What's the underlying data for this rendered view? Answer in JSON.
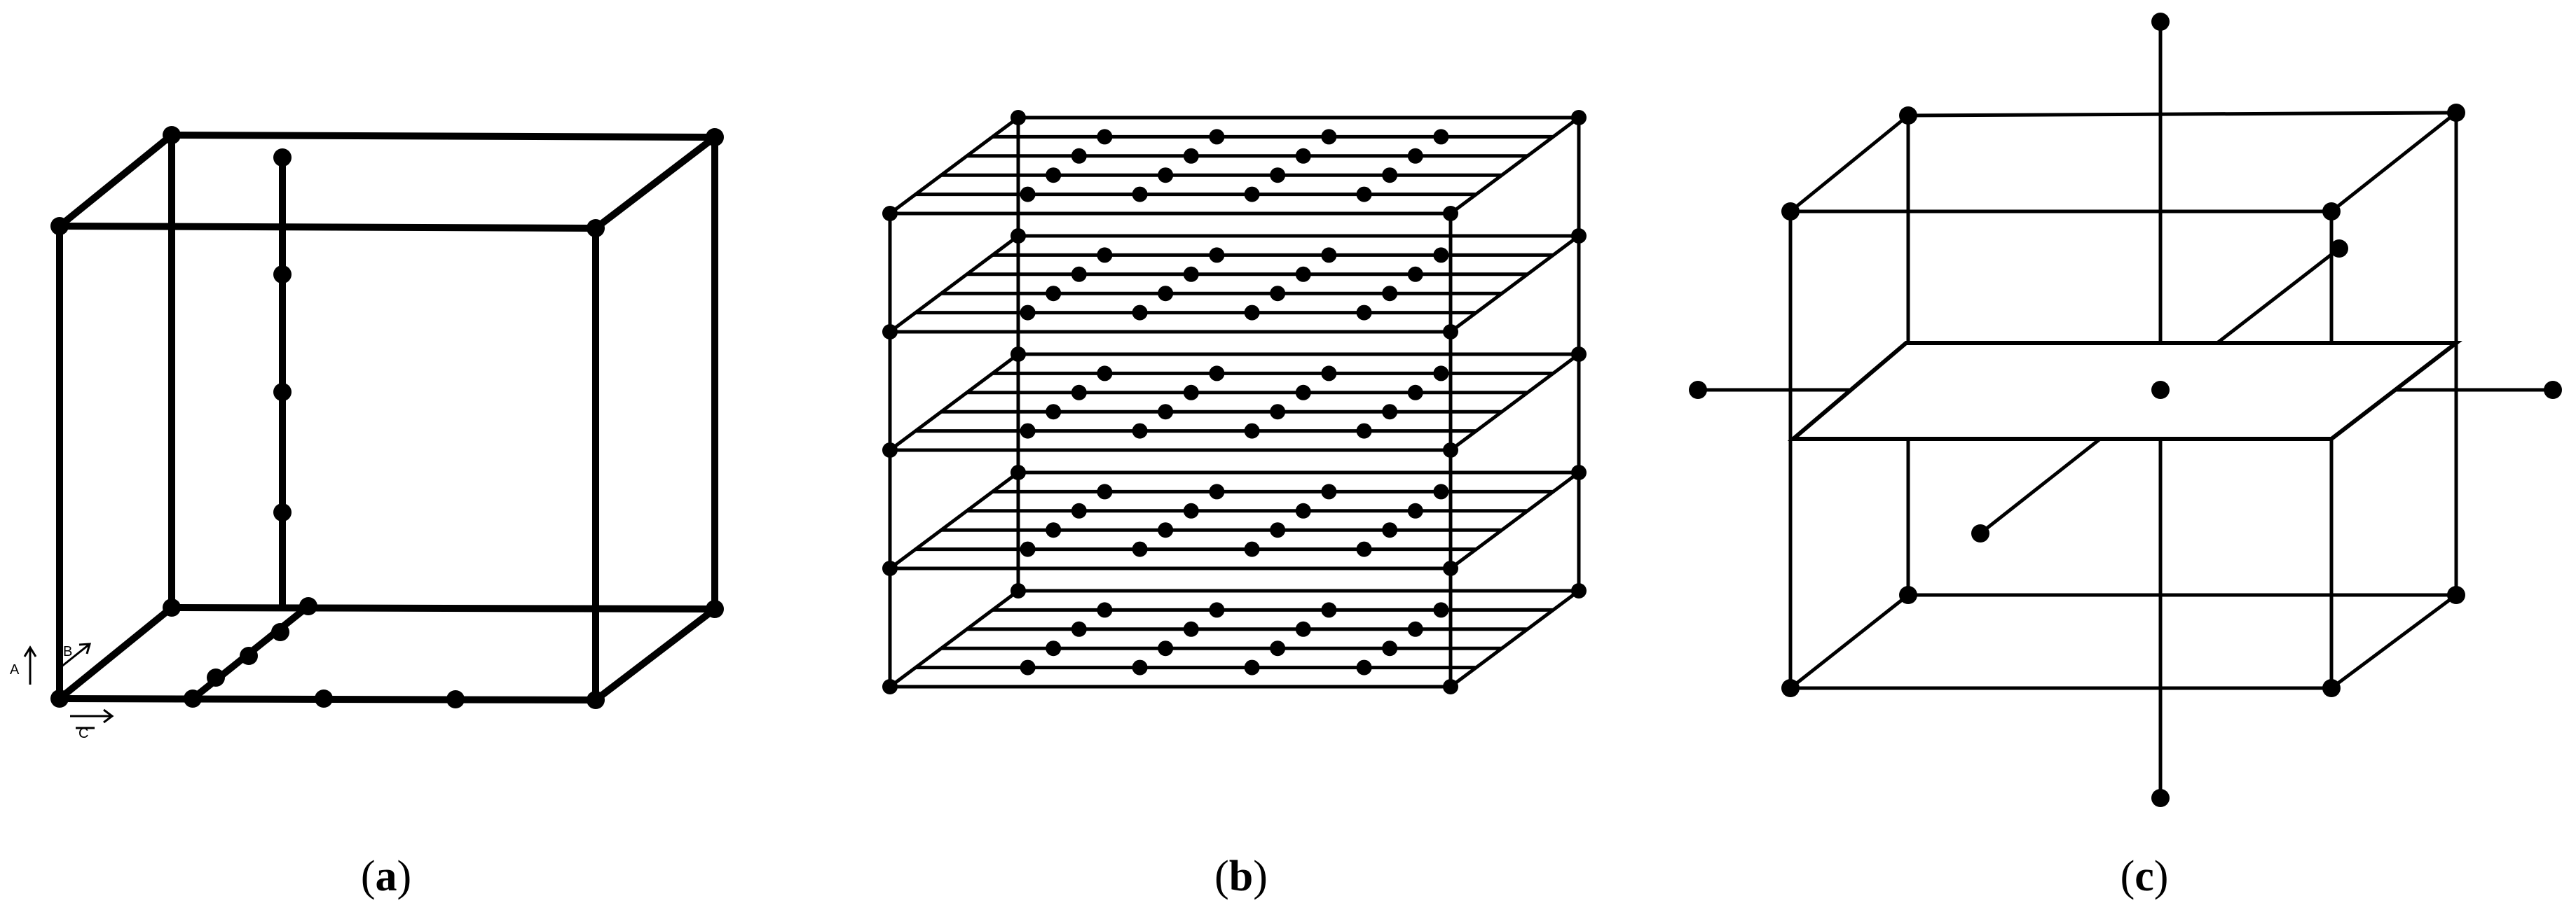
{
  "figure": {
    "panels": [
      {
        "id": "a",
        "caption_open": "(",
        "caption_letter": "a",
        "caption_close": ")",
        "axis_labels": {
          "A": "A",
          "B": "B",
          "C": "C"
        },
        "fiber_points_vertical": 4,
        "fiber_points_depth": 4,
        "fiber_points_horizontal": 2
      },
      {
        "id": "b",
        "caption_open": "(",
        "caption_letter": "b",
        "caption_close": ")",
        "layers": 5,
        "lines_per_layer": 4,
        "points_per_line": 4
      },
      {
        "id": "c",
        "caption_open": "(",
        "caption_letter": "c",
        "caption_close": ")",
        "central_plane": true,
        "orthogonal_axes": 3
      }
    ],
    "colors": {
      "stroke": "#000000",
      "background": "#ffffff"
    }
  }
}
